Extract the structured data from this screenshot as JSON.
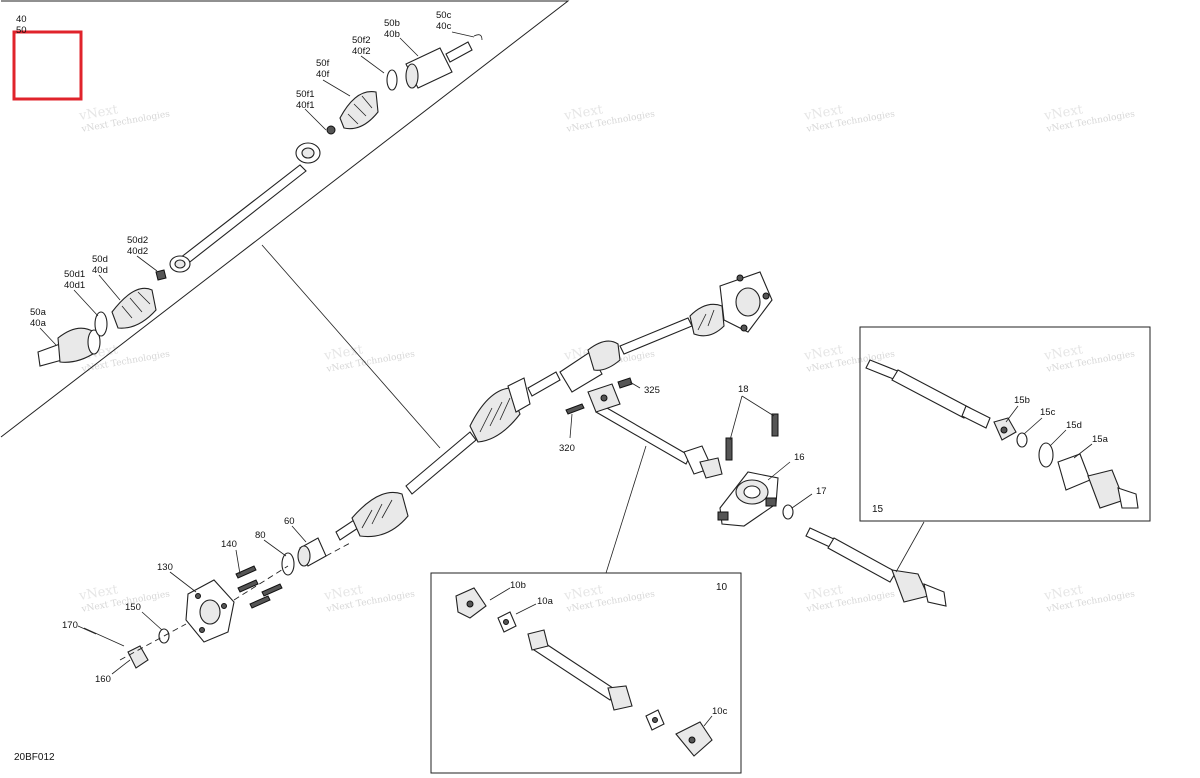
{
  "figure_code": "20BF012",
  "watermark_text": "vNext Technologies",
  "highlight_color": "#e0232b",
  "inset_top_label": [
    "40",
    "50"
  ],
  "labels": {
    "l50c": [
      "50c",
      "40c"
    ],
    "l50b": [
      "50b",
      "40b"
    ],
    "l50f2": [
      "50f2",
      "40f2"
    ],
    "l50f": [
      "50f",
      "40f"
    ],
    "l50f1": [
      "50f1",
      "40f1"
    ],
    "l50d2": [
      "50d2",
      "40d2"
    ],
    "l50d": [
      "50d",
      "40d"
    ],
    "l50d1": [
      "50d1",
      "40d1"
    ],
    "l50a": [
      "50a",
      "40a"
    ],
    "l325": "325",
    "l320": "320",
    "l18": "18",
    "l16": "16",
    "l17": "17",
    "l140": "140",
    "l130": "130",
    "l80": "80",
    "l60": "60",
    "l150": "150",
    "l170": "170",
    "l160": "160",
    "l15b": "15b",
    "l15c": "15c",
    "l15d": "15d",
    "l15a": "15a",
    "l15": "15",
    "l10": "10",
    "l10b": "10b",
    "l10a": "10a",
    "l10c": "10c"
  }
}
